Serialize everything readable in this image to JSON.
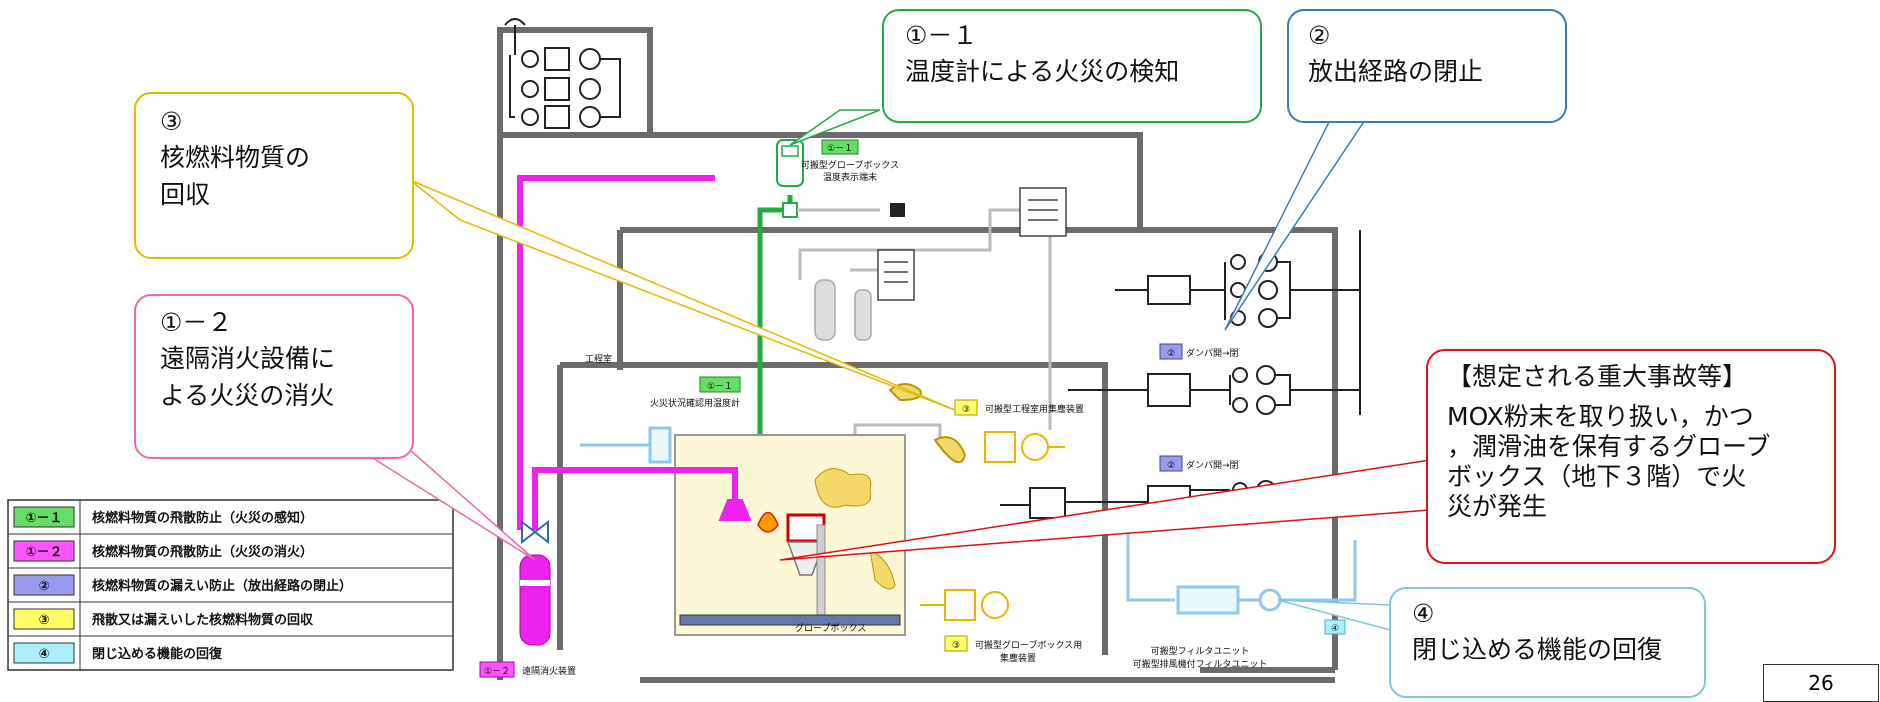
{
  "callouts": {
    "c1_1": {
      "line1": "①－１",
      "line2": "温度計による火災の検知"
    },
    "c2": {
      "line1": "②",
      "line2": "放出経路の閉止"
    },
    "c3": {
      "line1": "③",
      "line2": "核燃料物質の",
      "line3": "回収"
    },
    "c1_2": {
      "line1": "①－２",
      "line2": "遠隔消火設備に",
      "line3": "よる火災の消火"
    },
    "accident": {
      "line1": "【想定される重大事故等】",
      "line2": "MOX粉末を取り扱い，かつ",
      "line3": "，潤滑油を保有するグローブ",
      "line4": "ボックス（地下３階）で火",
      "line5": "災が発生"
    },
    "c4": {
      "line1": "④",
      "line2": "閉じ込める機能の回復"
    }
  },
  "legend": [
    {
      "code": "①－１",
      "label": "核燃料物質の飛散防止（火災の感知）",
      "color": "#66dd66"
    },
    {
      "code": "①－２",
      "label": "核燃料物質の飛散防止（火災の消火）",
      "color": "#ff55ff"
    },
    {
      "code": "②",
      "label": "核燃料物質の漏えい防止（放出経路の閉止）",
      "color": "#9999ee"
    },
    {
      "code": "③",
      "label": "飛散又は漏えいした核燃料物質の回収",
      "color": "#ffff66"
    },
    {
      "code": "④",
      "label": "閉じ込める機能の回復",
      "color": "#aaeeff"
    }
  ],
  "labels": {
    "temp_terminal_tag": "①－１",
    "temp_terminal_1": "可搬型グローブボックス",
    "temp_terminal_2": "温度表示端末",
    "room": "工程室",
    "thermo_tag": "①－１",
    "thermo": "火災状況確認用温度計",
    "dust_room_tag": "③",
    "dust_room": "可搬型工程室用集塵装置",
    "damper_tag_1": "②",
    "damper_1": "ダンパ開→閉",
    "damper_tag_2": "②",
    "damper_2": "ダンパ開→閉",
    "glovebox": "グローブボックス",
    "dust_gb_tag": "③",
    "dust_gb_1": "可搬型グローブボックス用",
    "dust_gb_2": "集塵装置",
    "filter_1": "可搬型フィルタユニット",
    "filter_2": "可搬型排風機付フィルタユニット",
    "filter_tag": "④",
    "extinguisher_tag": "①－２",
    "extinguisher": "遠隔消火装置"
  },
  "page_number": "26"
}
